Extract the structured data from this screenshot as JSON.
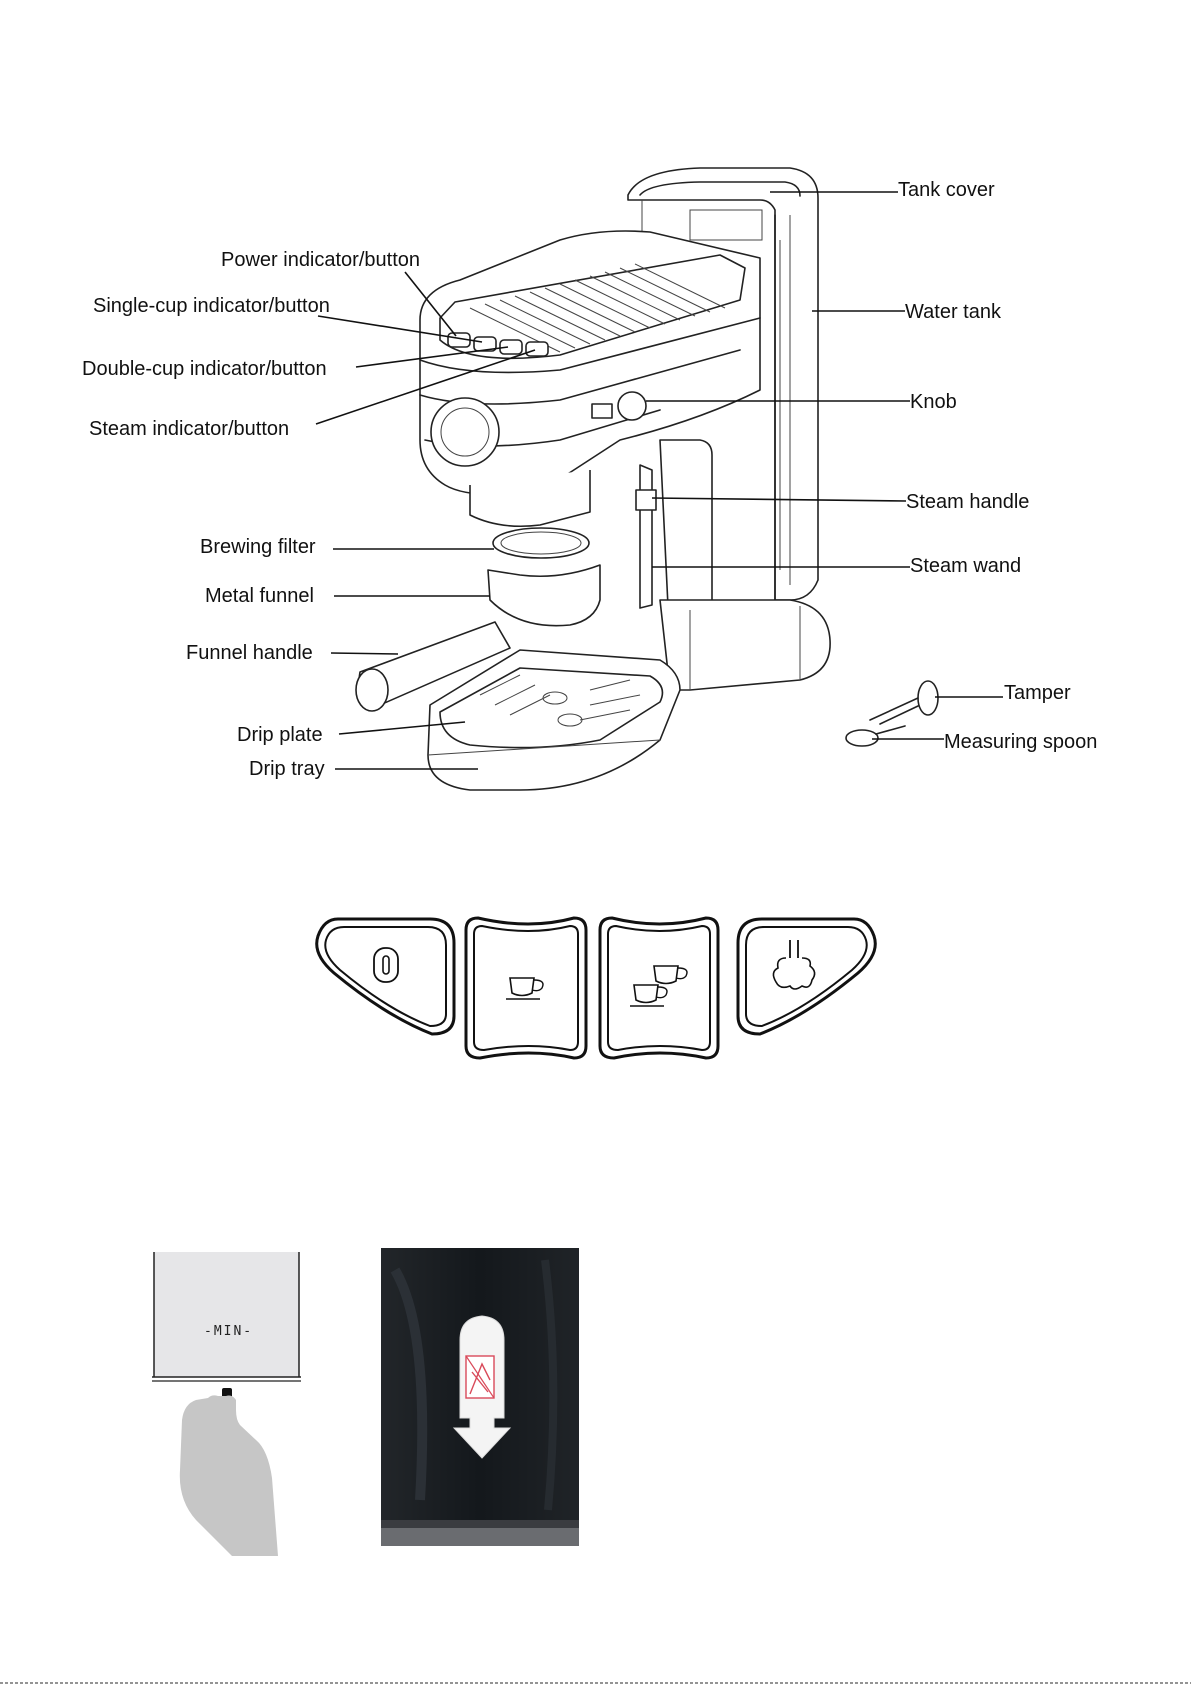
{
  "diagram": {
    "labels": {
      "tank_cover": "Tank cover",
      "water_tank": "Water tank",
      "knob": "Knob",
      "steam_handle": "Steam handle",
      "steam_wand": "Steam wand",
      "tamper": "Tamper",
      "measuring_spoon": "Measuring spoon",
      "power": "Power indicator/button",
      "single_cup": "Single-cup indicator/button",
      "double_cup": "Double-cup indicator/button",
      "steam": "Steam indicator/button",
      "brewing_filter": "Brewing filter",
      "metal_funnel": "Metal funnel",
      "funnel_handle": "Funnel handle",
      "drip_plate": "Drip plate",
      "drip_tray": "Drip tray"
    }
  },
  "control_panel": {
    "buttons": [
      "power-icon",
      "single-cup-icon",
      "double-cup-icon",
      "steam-icon"
    ]
  },
  "water_level": {
    "min_label": "-MIN-"
  },
  "colors": {
    "line": "#222222",
    "hand": "#c8c8c8",
    "tank_photo": "#101418",
    "sticker_red": "#d94a5a"
  }
}
